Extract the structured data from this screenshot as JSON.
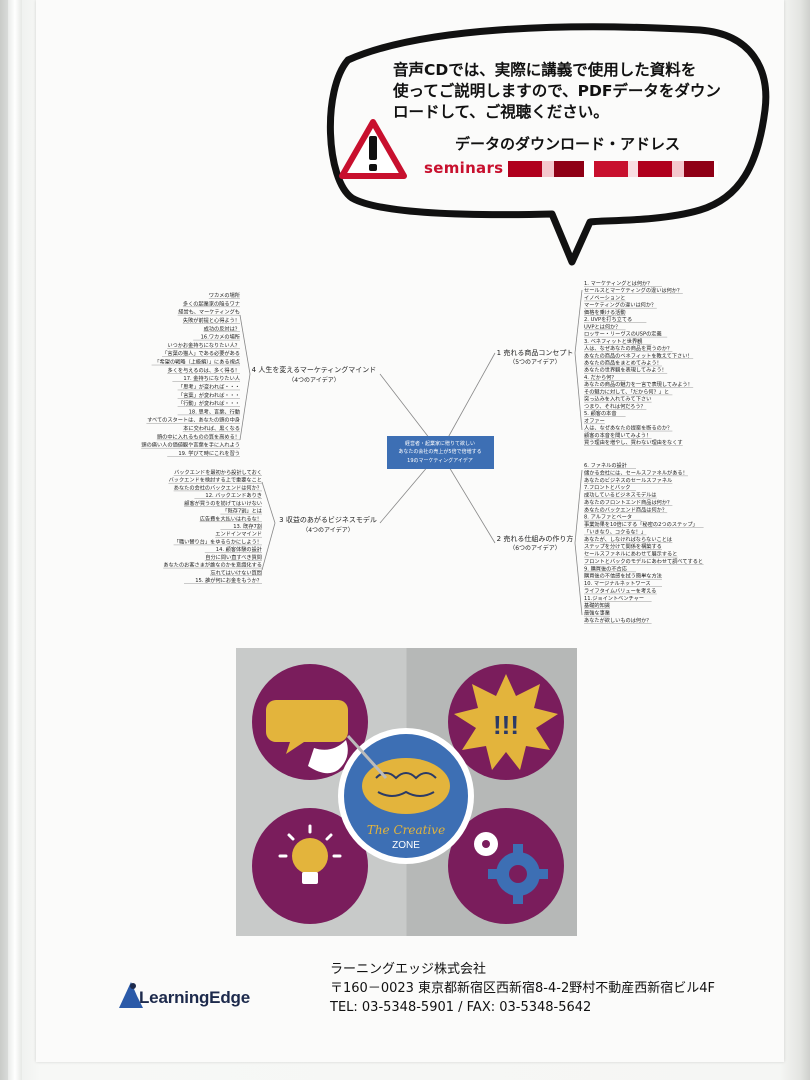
{
  "notice": {
    "lines": [
      "音声CDでは、実際に講義で使用した資料を",
      "使ってご説明しますので、PDFデータをダウン",
      "ロードして、ご視聴ください。"
    ],
    "download_label": "データのダウンロード・アドレス",
    "url_prefix": "seminars"
  },
  "mindmap": {
    "center": [
      "経営者・起業家に贈りて欲しい",
      "あなたの会社の売上が5倍で倍増する",
      "19のマーケティングアイデア"
    ],
    "branches": {
      "b1": [
        "1 売れる商品コンセプト",
        "（5つのアイデア）"
      ],
      "b2": [
        "2 売れる仕組みの作り方",
        "（6つのアイデア）"
      ],
      "b3": [
        "3 収益のあがるビジネスモデル",
        "（4つのアイデア）"
      ],
      "b4": [
        "4 人生を変えるマーケティングマインド",
        "（4つのアイデア）"
      ]
    },
    "right_top": [
      "1. マーケティングとは何か？",
      "セールスとマーケティングの違いは何か？",
      "イノベーションと",
      "マーケティングの違いは何か？",
      "価格を乗ける活動",
      "2. UVPを打ち立てる",
      "UVPとは何か？",
      "ロッサー・リーヴスのUSPの定義",
      "3. ベネフィットと世界観",
      "人は、なぜあなたの商品を買うのか？",
      "あなたの商品のベネフィットを教えて下さい！",
      "あなたの商品をまとめてみよう！",
      "あなたの世界観を表現してみよう！",
      "4. だから何？",
      "あなたの商品の魅力を一言で表現してみよう！",
      "その魅力に対して、「だから何？」と",
      "突っ込みを入れてみて下さい",
      "つまり、それは何だろう？",
      "5. 顧客の本音",
      "オファー",
      "人は、なぜあなたの提案を断るのか？",
      "顧客の本音を聞いてみよう！",
      "買う理由を増やし、買わない理由をなくす"
    ],
    "right_bottom": [
      "6. ファネルの設計",
      "儲かる会社には、セールスファネルがある！",
      "あなたのビジネスのセールスファネル",
      "7.フロントとバック",
      "成功しているビジネスモデルは",
      "あなたのフロントエンド商品は何か？",
      "あなたのバックエンド商品は何か？",
      "8. アルファとベータ",
      "事業効果を10倍にする「秘密の2つのステップ」",
      "「いきなり、コクるな！」",
      "あなたが、しなければならないことは",
      "ステップを分けて関係を構築する",
      "セールスファネルにあわせて展示すると",
      "フロントとバックのモデルにあわせて調べてすると",
      "9. 購買後の不合応",
      "購買後の不信感を拭う簡単な方法",
      "10. マージナルネットワース",
      "ライフタイムバリューを考える",
      "11.ジョイントベンチャー",
      "基礎的知識",
      "最強な事業",
      "あなたが欲しいものは何か？"
    ],
    "left_top": [
      "ワカメの場所",
      "多くの起業家の陥るワナ",
      "経営も、マーケティングも",
      "失敗が前提と心得よう！",
      "成功の反対は？",
      "16.ワカメの場所",
      "いつかお金持ちになりたい人？",
      "「言葉の猫人」である必要がある",
      "「希望の戦略（上級編）」にある視点",
      "多くを与えるのは、多く得る！",
      "17. 金持ちになりたい人",
      "「思考」が変われば・・・",
      "「言葉」が変われば・・・",
      "「行動」が変われば・・・",
      "18. 思考、言葉、行動",
      "すべてのスタートは、あなたの頭の中身",
      "本に交われば、黒くなる",
      "頭の中に入れるものの質を高める！",
      "頭の痛い人の価値観や言葉を手に入れよう",
      "19. 学びて時にこれを習う"
    ],
    "left_bottom": [
      "バックエンドを最初から設計しておく",
      "バックエンドを検討する上で重要なこと",
      "あなたの会社のバックエンドは何か？",
      "12. バックエンドありき",
      "顧客が買うのを妨げてはいけない",
      "「既存7割」とは",
      "広告費を大払いはれるな！",
      "13. 既存7割",
      "エンドインマインド",
      "「職い替り台」をゆるらかにしよう！",
      "14. 顧客体験の設計",
      "自分に問い直すべき質問",
      "あなたのお客さまが誰なのかを意識化する",
      "忘れてはいけない質問",
      "15. 誰が何にお金をもうか？"
    ]
  },
  "art": {
    "title_line1": "The Creative",
    "title_line2": "ZONE",
    "exclaim": "!!!",
    "icons": [
      "speech-bubbles-icon",
      "burst-icon",
      "lightbulb-icon",
      "gears-icon",
      "brain-icon"
    ]
  },
  "company": {
    "logo_text": "LearningEdge",
    "name": "ラーニングエッジ株式会社",
    "address": "〒160－0023 東京都新宿区西新宿8-4-2野村不動産西新宿ビル4F",
    "tel_fax": "TEL: 03-5348-5901 / FAX: 03-5348-5642"
  },
  "colors": {
    "accent_red": "#c8102e",
    "purple": "#7a1d5c",
    "mindmap_center": "#3d6fb4"
  }
}
